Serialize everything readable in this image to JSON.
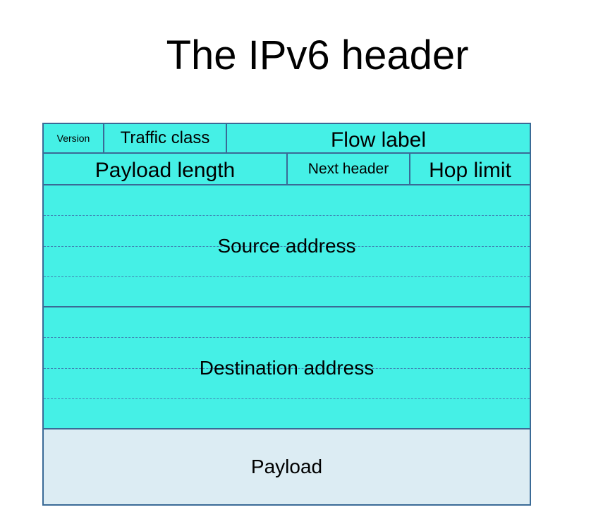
{
  "title": "The IPv6 header",
  "colors": {
    "header_fill": "#45f0e6",
    "payload_fill": "#dcecf3",
    "border": "#3a6a96",
    "dashed_line": "#3f82b5"
  },
  "fields": {
    "version": "Version",
    "traffic_class": "Traffic class",
    "flow_label": "Flow label",
    "payload_length": "Payload length",
    "next_header": "Next header",
    "hop_limit": "Hop limit",
    "source_address": "Source address",
    "destination_address": "Destination address",
    "payload": "Payload"
  }
}
